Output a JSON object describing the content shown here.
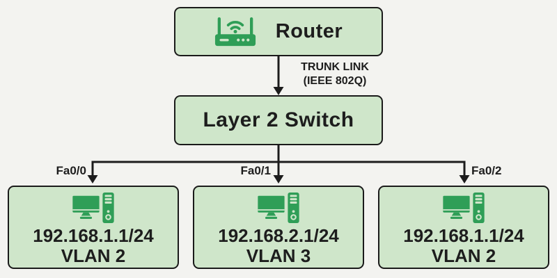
{
  "nodes": {
    "router": {
      "label": "Router"
    },
    "switch": {
      "label": "Layer 2 Switch"
    }
  },
  "trunk_link": {
    "line1": "TRUNK LINK",
    "line2": "(IEEE 802Q)"
  },
  "ports": [
    {
      "label": "Fa0/0"
    },
    {
      "label": "Fa0/1"
    },
    {
      "label": "Fa0/2"
    }
  ],
  "hosts": [
    {
      "ip": "192.168.1.1/24",
      "vlan": "VLAN 2"
    },
    {
      "ip": "192.168.2.1/24",
      "vlan": "VLAN 3"
    },
    {
      "ip": "192.168.1.1/24",
      "vlan": "VLAN 2"
    }
  ],
  "icons": {
    "router": "wifi-router-icon",
    "host": "desktop-computer-icon"
  },
  "colors": {
    "background": "#f3f3f0",
    "node_fill": "#cfe6ca",
    "node_border": "#1a1a1a",
    "icon_green": "#2f9e57",
    "line": "#1c1c1c",
    "text": "#1d1d1d"
  }
}
